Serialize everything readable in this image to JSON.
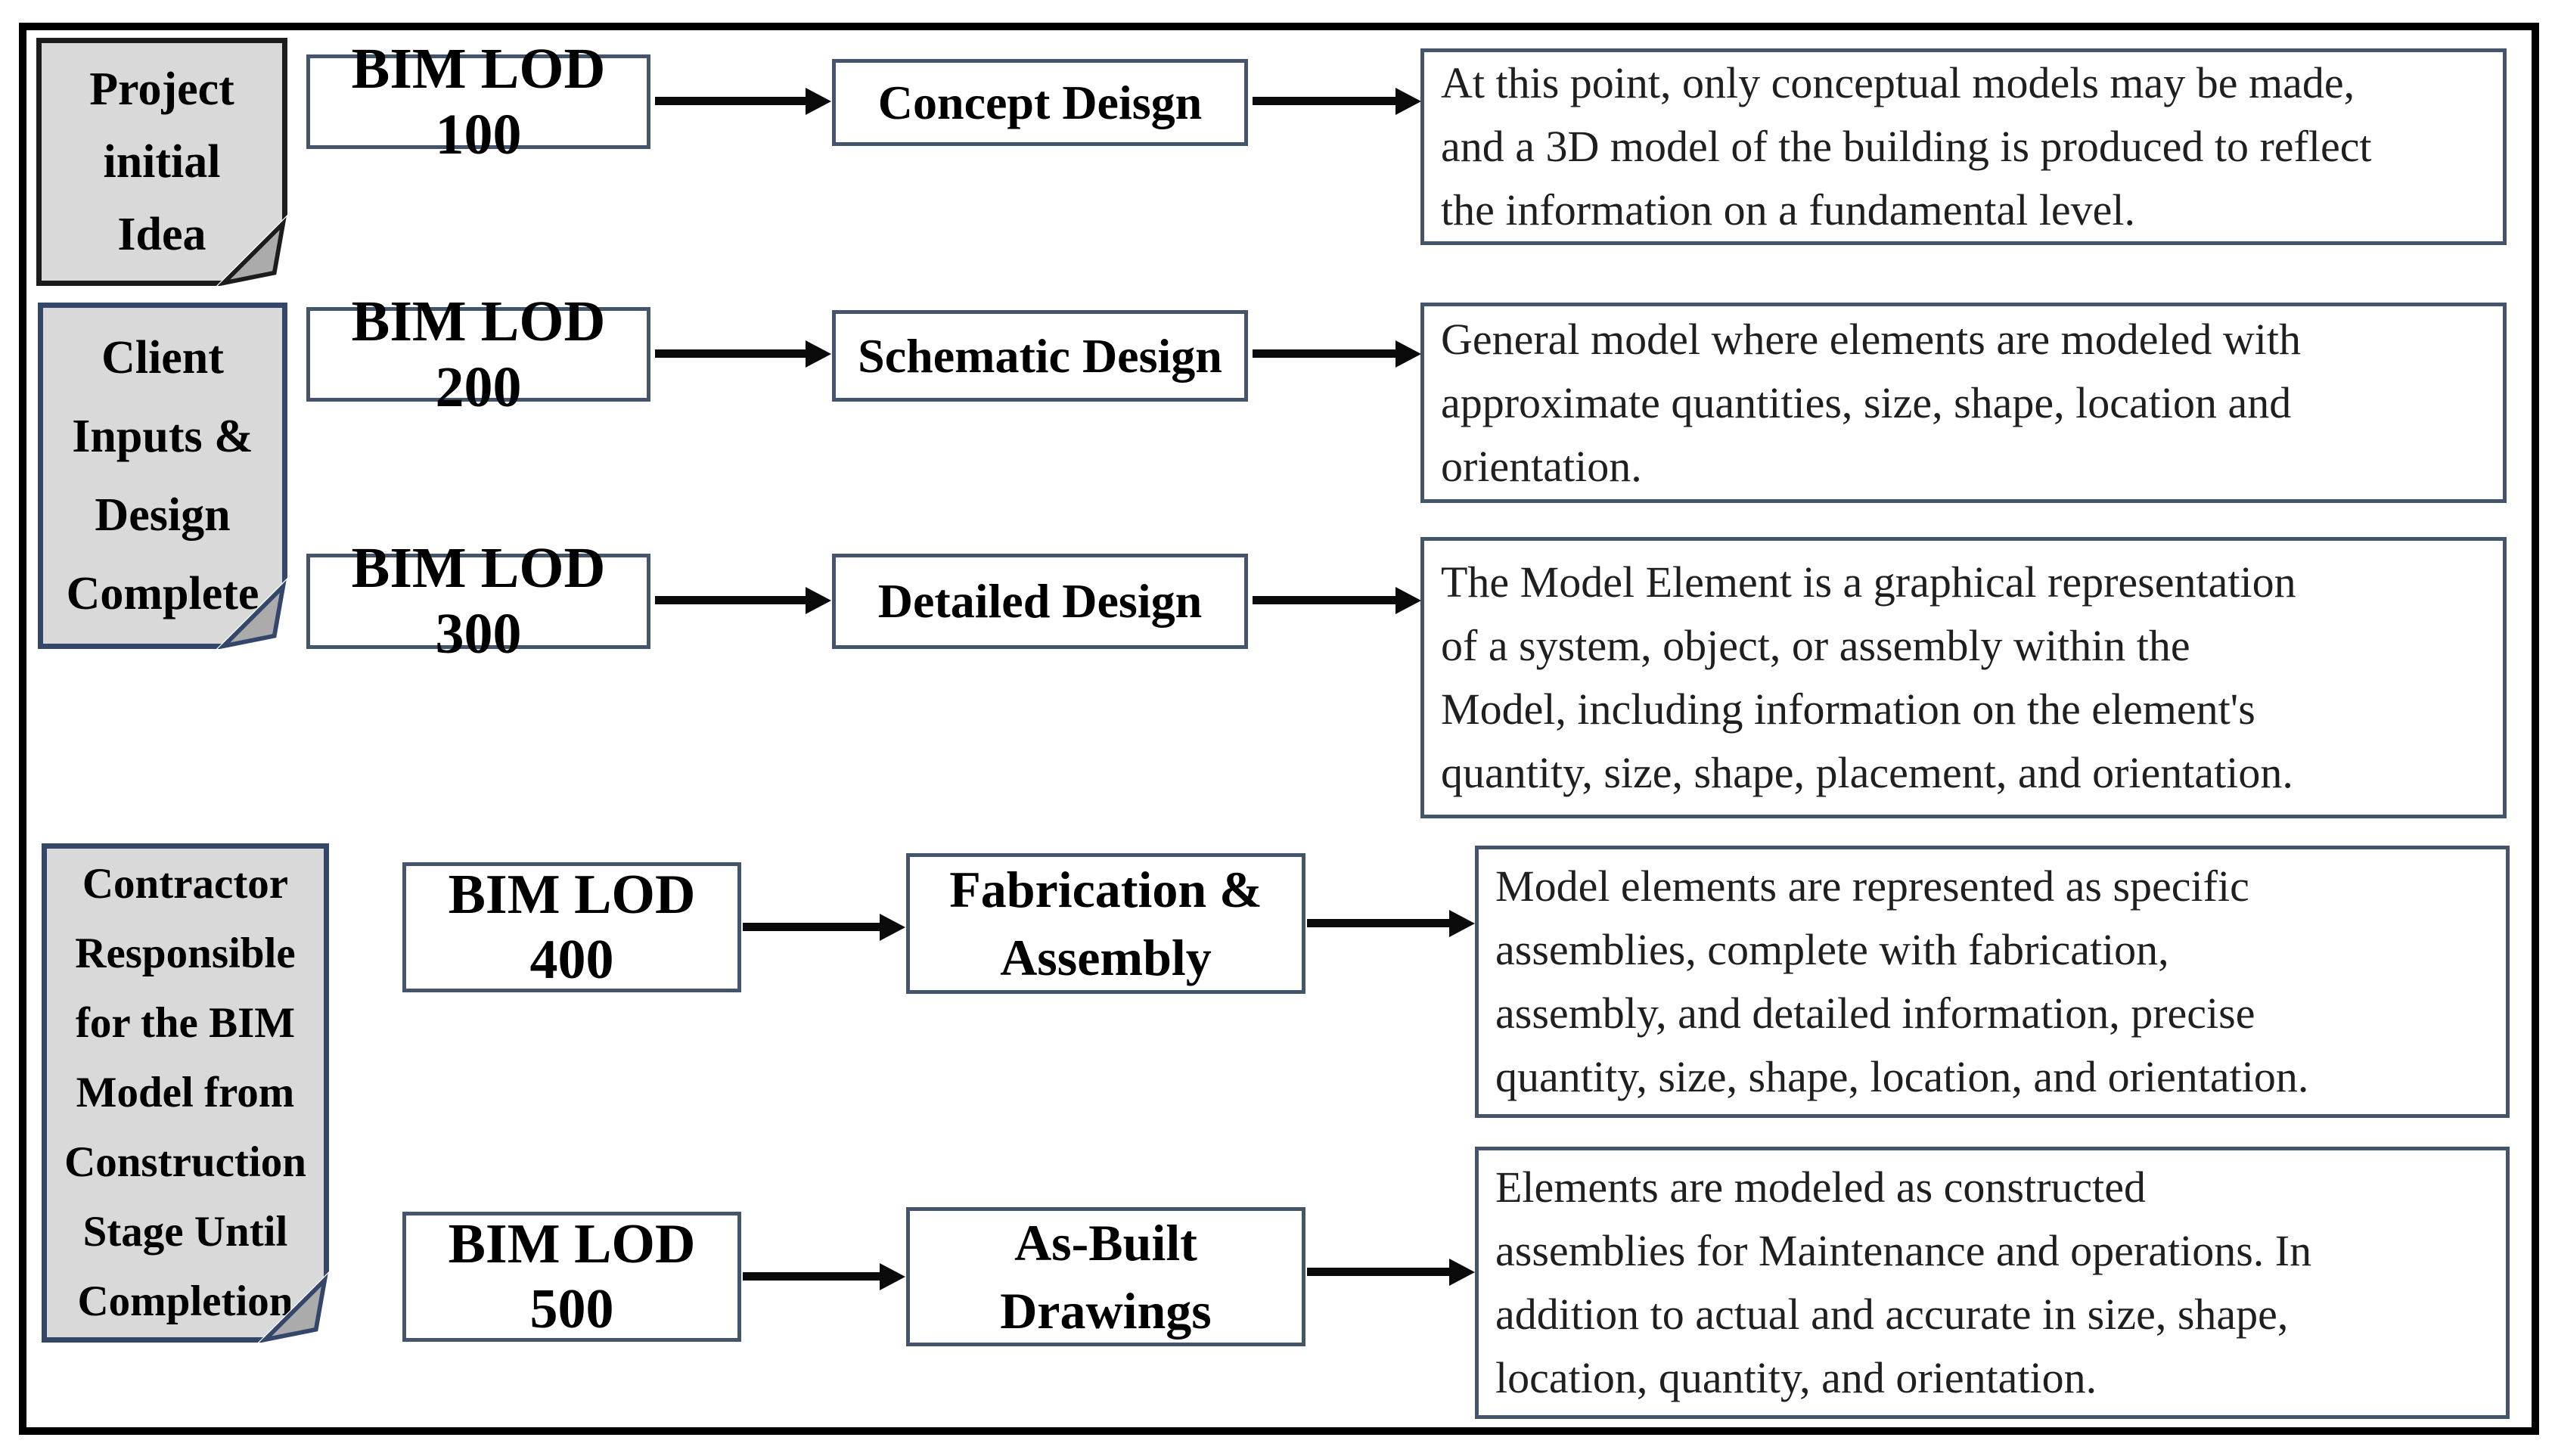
{
  "diagram": {
    "title_hint": "BIM Level of Development (LOD) stages flow diagram",
    "colors": {
      "frame": "#000000",
      "box_border": "#44546a",
      "note_fill": "#d9d9d9",
      "note_fold": "#a8a8a8",
      "text": "#000000",
      "description_text": "#1f1f1f"
    },
    "notes": [
      {
        "text": "Project\ninitial\nIdea"
      },
      {
        "text": "Client\nInputs &\nDesign\nComplete"
      },
      {
        "text": "Contractor\nResponsible\nfor the BIM\nModel from\nConstruction\nStage Until\nCompletion"
      }
    ],
    "rows": [
      {
        "lod": "BIM LOD 100",
        "stage": "Concept Deisgn",
        "description": "At this point, only conceptual models may be made,\nand a 3D model of the building is produced to reflect\nthe information on a fundamental level."
      },
      {
        "lod": "BIM LOD 200",
        "stage": "Schematic Design",
        "description": "General model where elements are modeled with\napproximate quantities, size, shape, location and\norientation."
      },
      {
        "lod": "BIM LOD 300",
        "stage": "Detailed Design",
        "description": "The Model Element is a graphical representation\nof a system, object, or assembly within the\nModel, including information on the element's\nquantity, size, shape, placement, and orientation."
      },
      {
        "lod": "BIM LOD\n400",
        "stage": "Fabrication &\nAssembly",
        "description": "Model elements are represented as specific\nassemblies, complete with fabrication,\nassembly, and detailed information, precise\nquantity, size, shape, location, and orientation."
      },
      {
        "lod": "BIM LOD\n500",
        "stage": "As-Built\nDrawings",
        "description": "Elements are modeled as constructed\nassemblies for Maintenance and operations. In\naddition to actual and accurate in size, shape,\nlocation, quantity, and orientation."
      }
    ]
  }
}
